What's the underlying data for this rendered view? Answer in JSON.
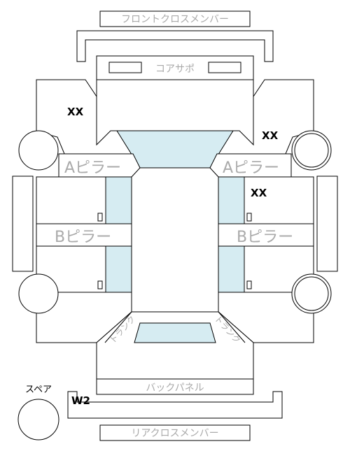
{
  "labels": {
    "front_cross_member": "フロントクロスメンバー",
    "core_support": "コアサポ",
    "a_pillar_left": "Aピラー",
    "a_pillar_right": "Aピラー",
    "b_pillar_left": "Bピラー",
    "b_pillar_right": "Bピラー",
    "back_panel": "バックパネル",
    "rear_cross_member": "リアクロスメンバー",
    "spare": "スペア",
    "trunk_left": "トランク",
    "trunk_right": "トランク"
  },
  "marks": {
    "front_left": "XX",
    "a_pillar_right_top": "XX",
    "right_front_door": "XX",
    "rear_member": "W2"
  }
}
